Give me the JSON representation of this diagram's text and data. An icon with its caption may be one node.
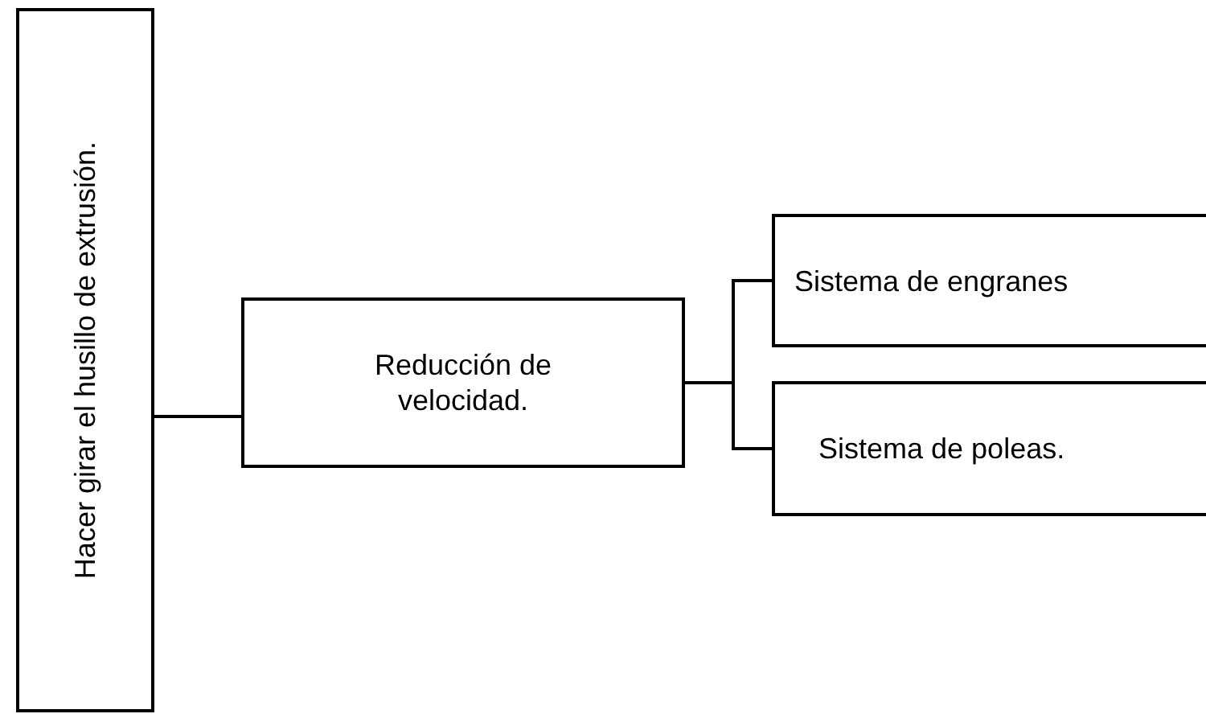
{
  "diagram": {
    "nodes": [
      {
        "text": [
          "Hacer girar el husillo de extrusión."
        ]
      },
      {
        "text": [
          "Reducción de velocidad."
        ]
      },
      {
        "text": [
          "Sistema de engranes"
        ]
      },
      {
        "text": [
          "Sistema de poleas."
        ]
      }
    ],
    "edges": [
      {
        "from": 0,
        "to": 1,
        "arrow": "none"
      },
      {
        "from": 1,
        "to": 2,
        "arrow": "none"
      },
      {
        "from": 1,
        "to": 3,
        "arrow": "none"
      }
    ]
  }
}
